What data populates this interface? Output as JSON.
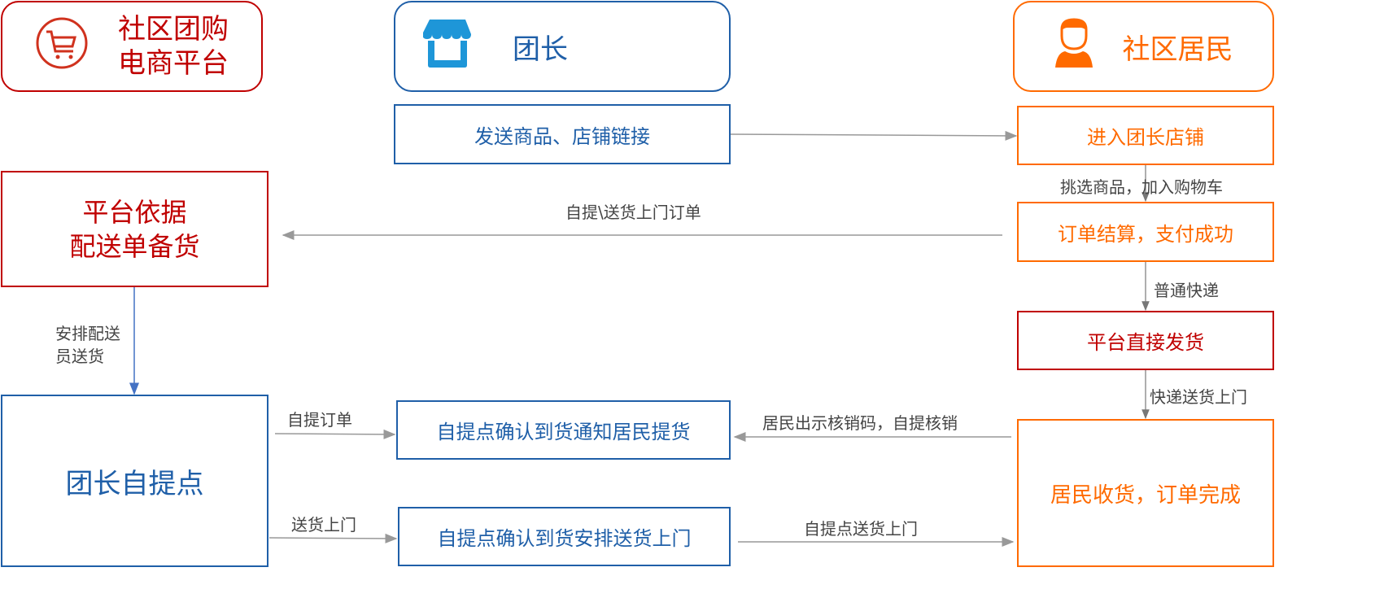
{
  "actors": {
    "platform": "社区团购\n电商平台",
    "platform_l1": "社区团购",
    "platform_l2": "电商平台",
    "leader": "团长",
    "resident": "社区居民"
  },
  "steps": {
    "send_links": "发送商品、店铺链接",
    "enter_shop": "进入团长店铺",
    "checkout": "订单结算，支付成功",
    "direct_ship": "平台直接发货",
    "receive": "居民收货，订单完成",
    "prepare_l1": "平台依据",
    "prepare_l2": "配送单备货",
    "pickup_point": "团长自提点",
    "notify": "自提点确认到货通知居民提货",
    "deliver": "自提点确认到货安排送货上门"
  },
  "labels": {
    "pick_goods": "挑选商品，加入购物车",
    "orders": "自提\\送货上门订单",
    "express": "普通快递",
    "express_door": "快递送货上门",
    "dispatch_l1": "安排配送",
    "dispatch_l2": "员送货",
    "pickup_order": "自提订单",
    "show_code": "居民出示核销码，自提核销",
    "door": "送货上门",
    "point_door": "自提点送货上门"
  },
  "colors": {
    "red": "#c00000",
    "blue": "#1f5fa8",
    "orange": "#ff6a00",
    "icon_blue": "#1e96d8",
    "arrow": "#999999"
  }
}
